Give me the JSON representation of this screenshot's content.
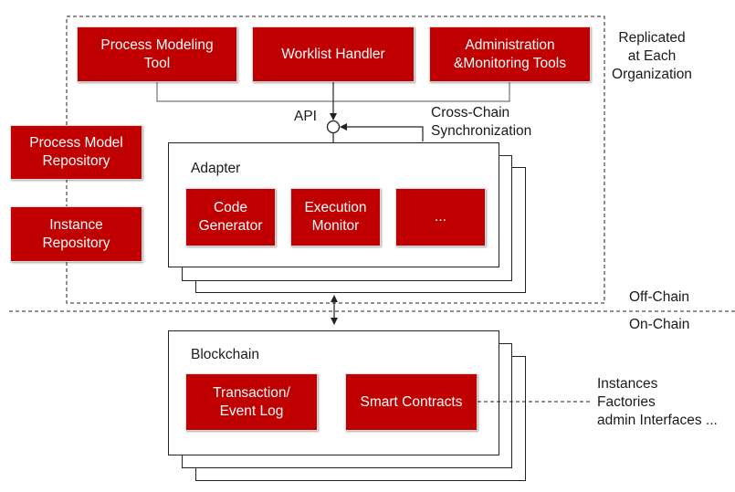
{
  "offchain_boxes": {
    "process_modeling_tool": "Process Modeling\nTool",
    "worklist_handler": "Worklist Handler",
    "admin_monitoring_tools": "Administration\n&Monitoring Tools"
  },
  "repositories": {
    "process_model_repository": "Process Model\nRepository",
    "instance_repository": "Instance\nRepository"
  },
  "replicated_label": "Replicated\nat Each\nOrganization",
  "api_label": "API",
  "cross_chain_label": "Cross-Chain\nSynchronization",
  "adapter": {
    "title": "Adapter",
    "code_generator": "Code\nGenerator",
    "execution_monitor": "Execution\nMonitor",
    "more": "..."
  },
  "off_chain_label": "Off-Chain",
  "on_chain_label": "On-Chain",
  "blockchain": {
    "title": "Blockchain",
    "transaction_event_log": "Transaction/\nEvent Log",
    "smart_contracts": "Smart Contracts"
  },
  "smart_contract_contents": "Instances\nFactories\nadmin Interfaces ...",
  "colors": {
    "accent": "#c00000",
    "line": "#222222"
  }
}
